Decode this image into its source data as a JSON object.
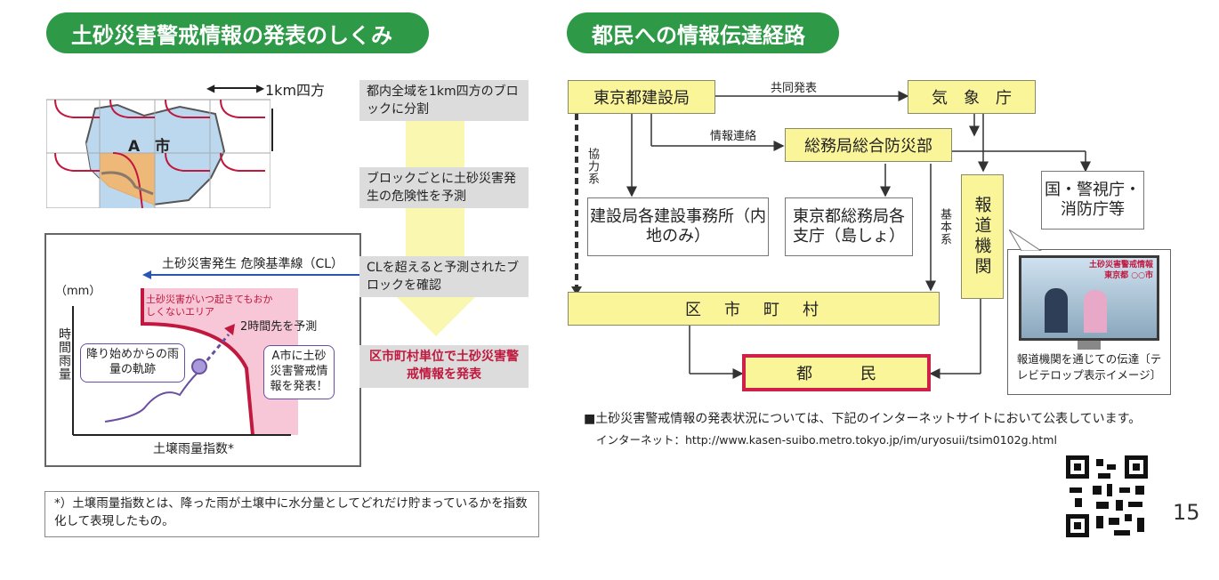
{
  "left": {
    "title": "土砂災害警戒情報の発表のしくみ",
    "map": {
      "scale_label": "1km四方",
      "city_label": "A　市"
    },
    "graph": {
      "cl_label": "土砂災害発生 危険基準線（CL）",
      "y_unit": "（mm）",
      "y_axis": "時間雨量",
      "danger_area": "土砂災害がいつ起きてもおかしくないエリア",
      "forecast": "2時間先を予測",
      "trajectory": "降り始めからの雨量の軌跡",
      "callout": "A市に土砂災害警戒情報を発表！",
      "x_axis": "土壌雨量指数*"
    },
    "steps": [
      "都内全域を1km四方のブロックに分割",
      "ブロックごとに土砂災害発生の危険性を予測",
      "CLを超えると予測されたブロックを確認"
    ],
    "result": "区市町村単位で土砂災害警戒情報を発表",
    "footnote": "*）土壌雨量指数とは、降った雨が土壌中に水分量としてどれだけ貯まっているかを指数化して表現したもの。"
  },
  "right": {
    "title": "都民への情報伝達経路",
    "nodes": {
      "kensetsu": "東京都建設局",
      "kishocho": "気　象　庁",
      "somu": "総務局総合防災部",
      "jimusho": "建設局各建設事務所（内地のみ）",
      "shicho": "東京都総務局各支庁（島しょ）",
      "hodo": "報道機関",
      "police": "国・警視庁・消防庁等",
      "kushi": "区　市　町　村",
      "tomin": "都　　　民"
    },
    "edges": {
      "kyodo": "共同発表",
      "renraku": "情報連絡",
      "kyoryoku": "協力系",
      "kihon": "基本系"
    },
    "tv": {
      "line1": "土砂災害警戒情報",
      "line2": "東京都 ○○市",
      "caption": "報道機関を通じての伝達〔テレビテロップ表示イメージ〕"
    },
    "notice": "■土砂災害警戒情報の発表状況については、下記のインターネットサイトにおいて公表しています。",
    "url": "インターネット：http://www.kasen-suibo.metro.tokyo.jp/im/uryosuii/tsim0102g.html",
    "page": "15"
  },
  "colors": {
    "green": "#2e9a47",
    "yellow": "#fbf59a",
    "red": "#d0204a",
    "gray": "#dcdcdc"
  }
}
